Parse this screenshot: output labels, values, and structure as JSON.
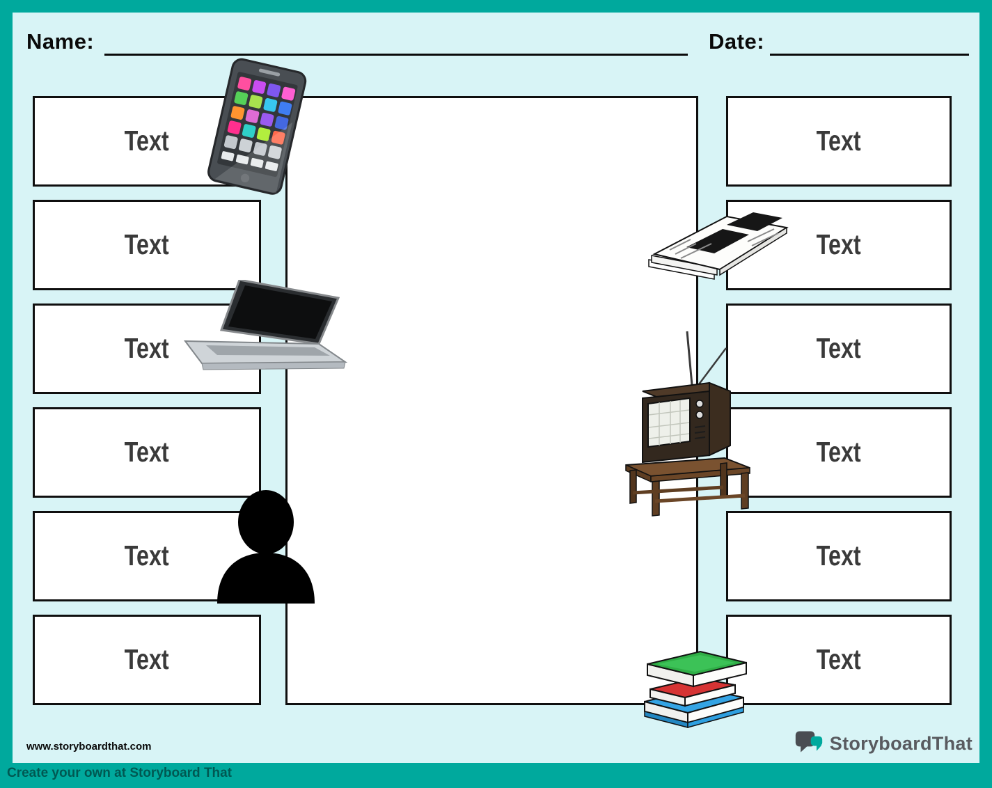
{
  "header": {
    "name_label": "Name:",
    "date_label": "Date:"
  },
  "boxes": {
    "label": "Text",
    "left_count": 6,
    "right_count": 6
  },
  "footer": {
    "website": "www.storyboardthat.com",
    "credit": "Create your own at Storyboard That",
    "brand": "StoryboardThat"
  },
  "colors": {
    "frame_teal": "#00A99D",
    "background": "#D8F4F6",
    "box_bg": "#FFFFFF",
    "box_border": "#0F0F0F",
    "text": "#3A3A3A"
  },
  "icons": {
    "smartphone": "smartphone-icon",
    "newspaper": "newspaper-icon",
    "laptop": "laptop-icon",
    "tv": "tv-on-table-icon",
    "person": "person-silhouette-icon",
    "books": "book-stack-icon",
    "logo": "speech-bubble-logo-icon"
  }
}
